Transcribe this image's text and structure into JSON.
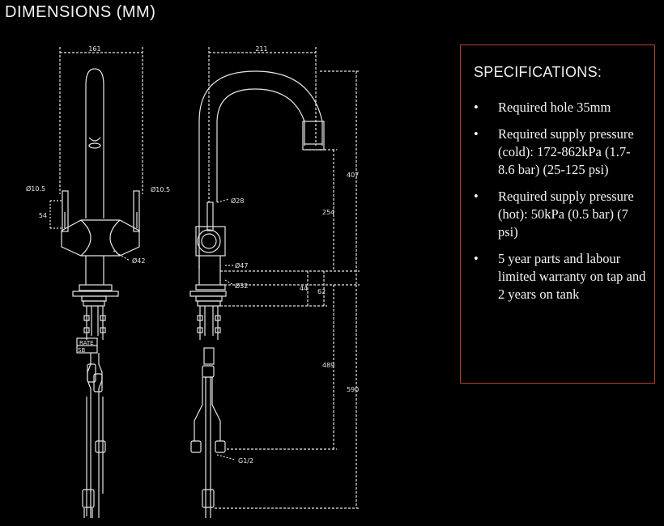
{
  "title": "DIMENSIONS (MM)",
  "front_view": {
    "width_label": "161",
    "left_diameter_label": "Ø10.5",
    "right_diameter_label": "Ø10.5",
    "handle_height_label": "54",
    "body_diameter_label": "Ø42",
    "hose_tag_1": "RATE",
    "hose_tag_2": "SB"
  },
  "side_view": {
    "reach_label": "211",
    "total_height_label": "407",
    "spout_height_label": "254",
    "handle_diameter_label": "Ø28",
    "body_diameter_label": "Ø47",
    "base_diameter_label": "Ø32",
    "base_height_label": "44",
    "mount_height_label": "62",
    "hose_length_label": "489",
    "overall_below_label": "590",
    "thread_label": "G1/2"
  },
  "specifications": {
    "heading": "SPECIFICATIONS:",
    "bullet_symbol": "•",
    "items": [
      "Required hole 35mm",
      "Required supply pressure (cold): 172-862kPa (1.7-8.6 bar) (25-125 psi)",
      "Required supply pressure (hot): 50kPa (0.5 bar) (7 psi)",
      "5 year parts and labour limited warranty on tap and 2 years on tank"
    ]
  },
  "colors": {
    "background": "#000000",
    "line": "#ffffff",
    "spec_border": "#b5452a"
  }
}
